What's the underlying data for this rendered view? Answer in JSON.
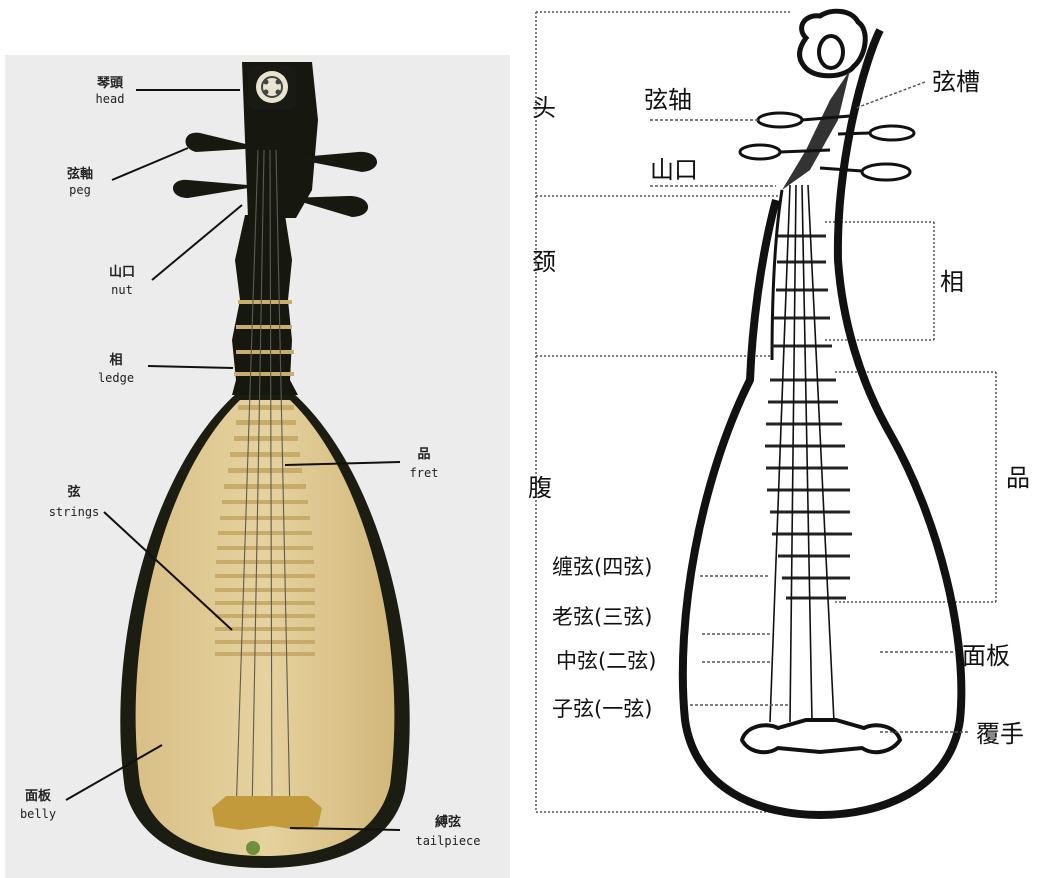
{
  "left_figure": {
    "labels": [
      {
        "id": "head",
        "zh": "琴頭",
        "en": "head"
      },
      {
        "id": "peg",
        "zh": "弦軸",
        "en": "peg"
      },
      {
        "id": "nut",
        "zh": "山口",
        "en": "nut"
      },
      {
        "id": "ledge",
        "zh": "相",
        "en": "ledge"
      },
      {
        "id": "fret",
        "zh": "品",
        "en": "fret"
      },
      {
        "id": "strings",
        "zh": "弦",
        "en": "strings"
      },
      {
        "id": "belly",
        "zh": "面板",
        "en": "belly"
      },
      {
        "id": "tailpiece",
        "zh": "縛弦",
        "en": "tailpiece"
      }
    ]
  },
  "right_figure": {
    "sections": [
      {
        "id": "head",
        "text": "头"
      },
      {
        "id": "neck",
        "text": "颈"
      },
      {
        "id": "body",
        "text": "腹"
      }
    ],
    "labels": [
      {
        "id": "peg",
        "text": "弦轴"
      },
      {
        "id": "string-slot",
        "text": "弦槽"
      },
      {
        "id": "nut",
        "text": "山口"
      },
      {
        "id": "ledge",
        "text": "相"
      },
      {
        "id": "fret",
        "text": "品"
      },
      {
        "id": "string-4",
        "text": "缠弦(四弦)"
      },
      {
        "id": "string-3",
        "text": "老弦(三弦)"
      },
      {
        "id": "string-2",
        "text": "中弦(二弦)"
      },
      {
        "id": "string-1",
        "text": "子弦(一弦)"
      },
      {
        "id": "soundboard",
        "text": "面板"
      },
      {
        "id": "tailpiece",
        "text": "覆手"
      }
    ]
  },
  "colors": {
    "photo_bg": "#ececec",
    "wood": "#dcc38a",
    "wood_dark": "#bfa262",
    "frame": "#15170f",
    "ink": "#111111"
  }
}
